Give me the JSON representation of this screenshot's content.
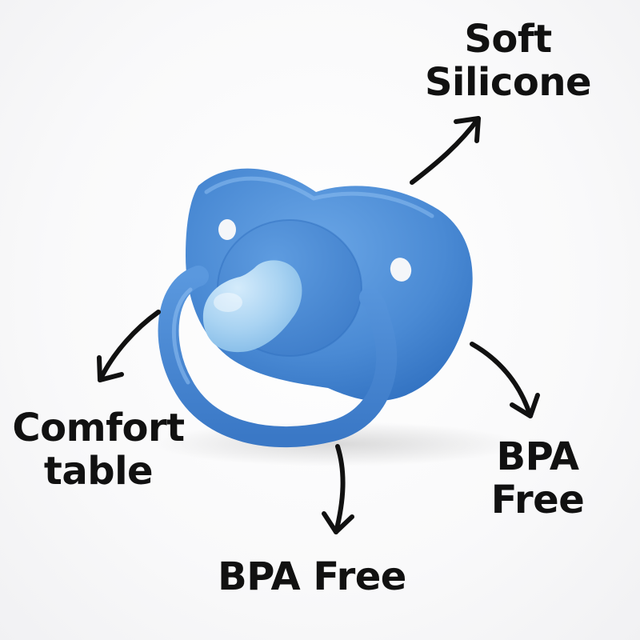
{
  "colors": {
    "pacifier_blue": "#4a8ad4",
    "pacifier_highlight": "#6aa6e6",
    "pacifier_shadow": "#2f6fbf",
    "nipple": "#a9d3f2",
    "arrow": "#111111"
  },
  "icons": {
    "product": "pacifier-icon",
    "arrow": "arrow-icon"
  },
  "callouts": {
    "soft": {
      "line1": "Soft",
      "line2": "Silicone"
    },
    "comfort": {
      "line1": "Comfort",
      "line2": "table"
    },
    "bpa_right": {
      "line1": "BPA",
      "line2": "Free"
    },
    "bpa_bottom": {
      "text": "BPA Free"
    }
  }
}
